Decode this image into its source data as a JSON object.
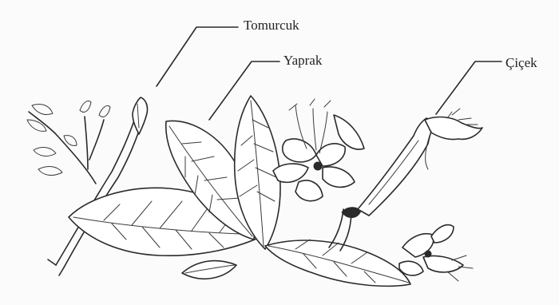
{
  "labels": {
    "bud": "Tomurcuk",
    "leaf": "Yaprak",
    "flower": "Çiçek"
  }
}
